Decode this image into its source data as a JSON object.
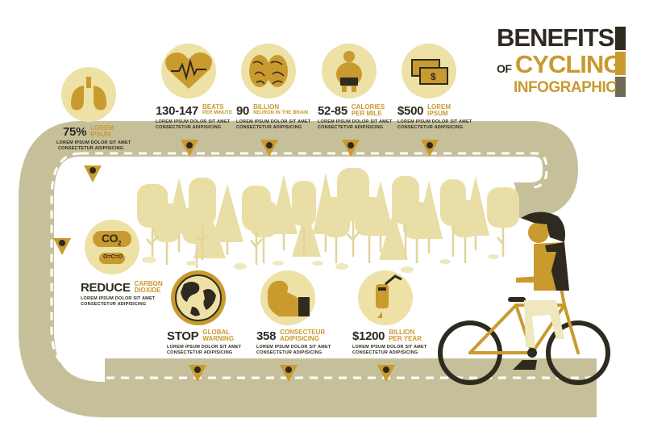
{
  "title": {
    "line1": "BENEFITS",
    "line2_of": "OF",
    "line2_word": "CYCLING",
    "line3": "INFOGRAPHIC"
  },
  "colors": {
    "dark": "#2e2a1f",
    "gold": "#c99a2e",
    "cream": "#ede1a6",
    "road": "#c6c09a",
    "tree": "#e7dca5"
  },
  "stats": {
    "lungs": {
      "value": "75%",
      "label1": "LOREM",
      "label2": "IPSUM",
      "desc1": "LOREM IPSUM DOLOR SIT AMET",
      "desc2": "CONSECTETUR ADIPISICING"
    },
    "heart": {
      "value": "130-147",
      "label1": "BEATS",
      "label2": "PER MINUTE",
      "desc1": "LOREM IPSUM DOLOR SIT AMET",
      "desc2": "CONSECTETUR ADIPISICING"
    },
    "brain": {
      "value": "90",
      "label1": "BILLION",
      "label2": "NEURON IN THE BRAIN",
      "desc1": "LOREM IPSUM DOLOR SIT AMET",
      "desc2": "CONSECTETUR ADIPISICING"
    },
    "calories": {
      "value": "52-85",
      "label1": "CALORIES",
      "label2": "PER MILE",
      "desc1": "LOREM IPSUM DOLOR SIT AMET",
      "desc2": "CONSECTETUR ADIPISICING"
    },
    "money": {
      "value": "$500",
      "label1": "LOREM",
      "label2": "IPSUM",
      "desc1": "LOREM IPSUM DOLOR SIT AMET",
      "desc2": "CONSECTETUR ADIPISICING"
    },
    "carbon": {
      "value": "REDUCE",
      "label1": "CARBON",
      "label2": "DIOXIDE",
      "desc1": "LOREM IPSUM DOLOR SIT AMET",
      "desc2": "CONSECTETUR ADIPISICING"
    },
    "globe": {
      "value": "STOP",
      "label1": "GLOBAL",
      "label2": "WARNING",
      "desc1": "LOREM IPSUM DOLOR SIT AMET",
      "desc2": "CONSECTETUR ADIPISICING"
    },
    "arm": {
      "value": "358",
      "label1": "CONSECTEUR",
      "label2": "ADIPISICING",
      "desc1": "LOREM IPSUM DOLOR SIT AMET",
      "desc2": "CONSECTETUR ADIPISICING"
    },
    "fuel": {
      "value": "$1200",
      "label1": "BILLION",
      "label2": "PER YEAR",
      "desc1": "LOREM IPSUM DOLOR SIT AMET",
      "desc2": "CONSECTETUR ADIPISICING"
    }
  },
  "icons": {
    "co2_label": "CO",
    "co2_sub": "2",
    "o_c_o": "O=C=O"
  }
}
